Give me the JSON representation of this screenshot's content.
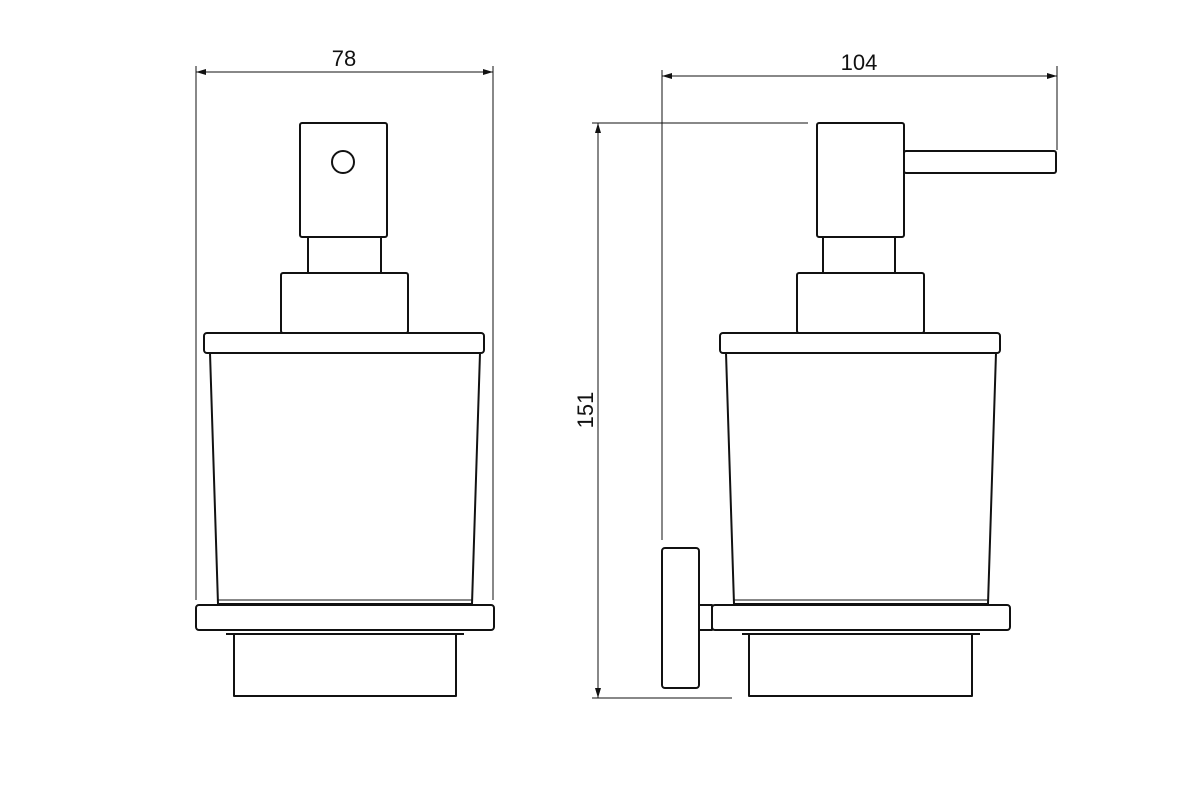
{
  "dimensions": {
    "front_width": "78",
    "side_width": "104",
    "side_height": "151"
  },
  "colors": {
    "line": "#111111",
    "background": "#ffffff"
  }
}
